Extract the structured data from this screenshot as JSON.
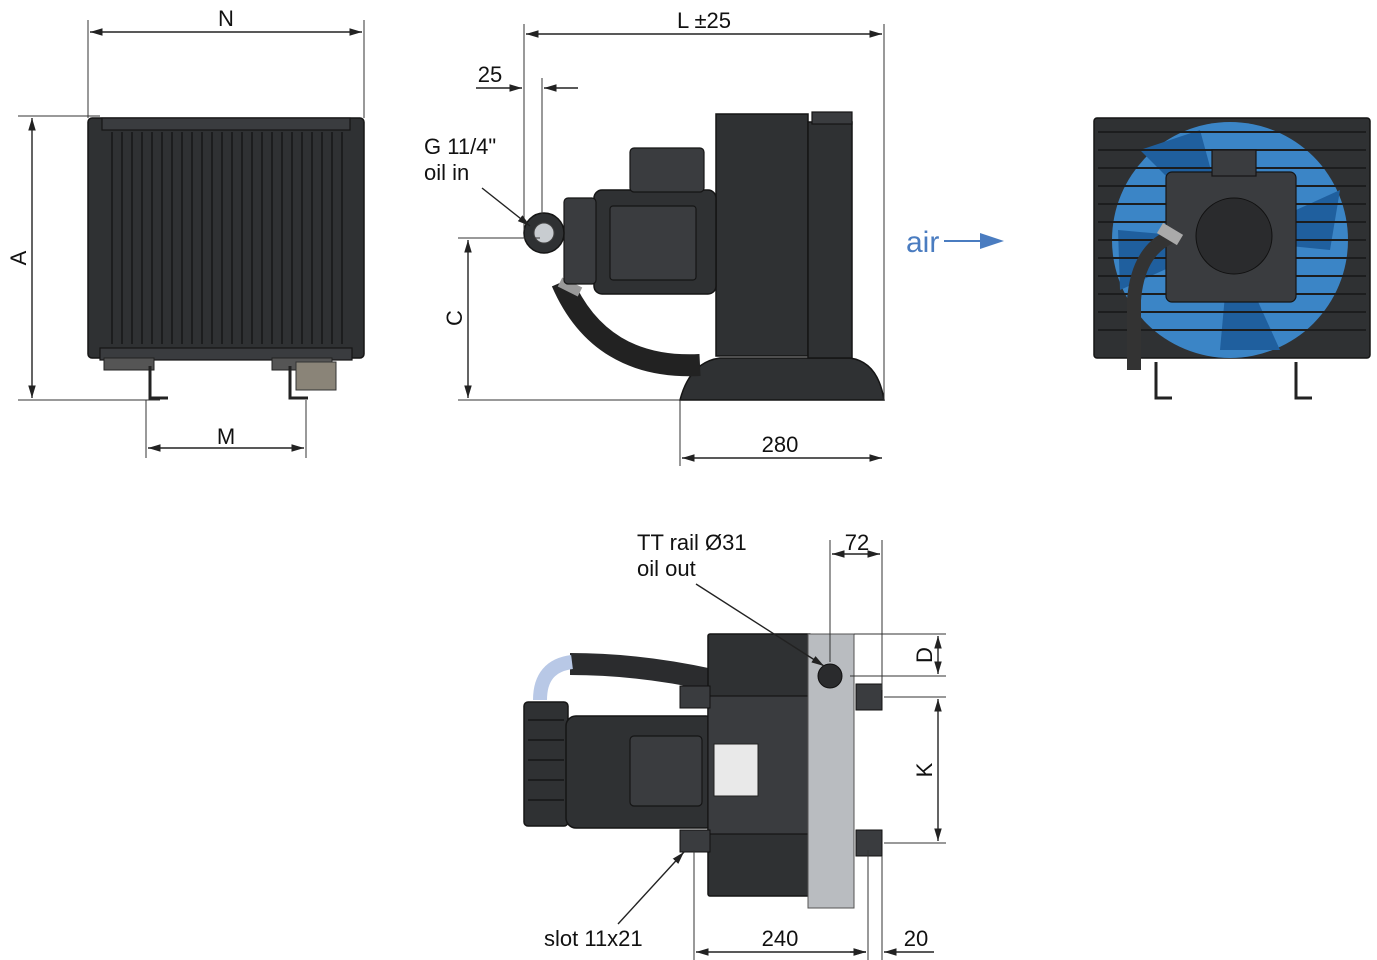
{
  "dimensions": {
    "N": "N",
    "A": "A",
    "M": "M",
    "L": "L ±25",
    "d25": "25",
    "C": "C",
    "d280": "280",
    "d72": "72",
    "D": "D",
    "K": "K",
    "d240": "240",
    "d20": "20"
  },
  "callouts": {
    "inlet_line1": "G 11/4\"",
    "inlet_line2": "oil in",
    "outlet_line1": "TT rail Ø31",
    "outlet_line2": "oil out",
    "slot": "slot 11x21"
  },
  "airflow": {
    "label": "air",
    "color": "#4a7cc0"
  },
  "colors": {
    "body": "#2f3133",
    "fan": "#3d8fd6",
    "plate": "#b9bcc0"
  }
}
